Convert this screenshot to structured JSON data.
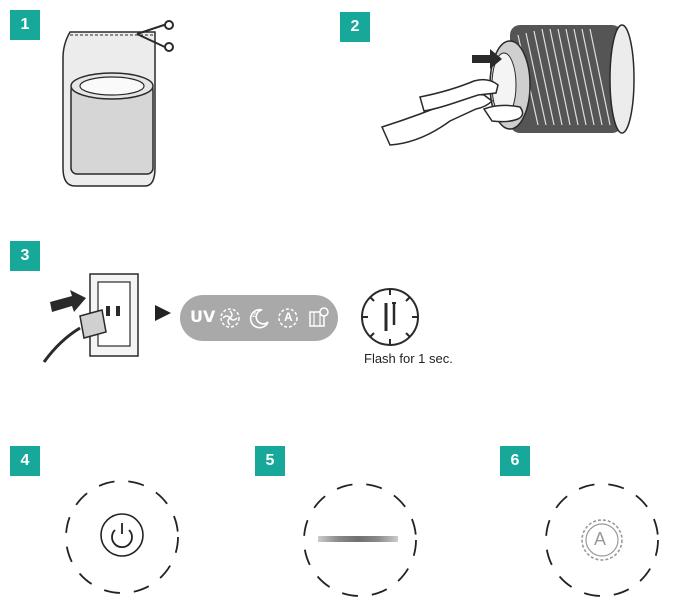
{
  "steps": [
    {
      "number": "1"
    },
    {
      "number": "2"
    },
    {
      "number": "3"
    },
    {
      "number": "4"
    },
    {
      "number": "5"
    },
    {
      "number": "6"
    }
  ],
  "control_panel": {
    "uv_label": "UV",
    "auto_label": "A",
    "panel_color": "#a9a9a9"
  },
  "timer_caption": "Flash for 1 sec.",
  "auto_button_label": "A",
  "colors": {
    "accent": "#17a89a",
    "line": "#2a2a2a"
  }
}
